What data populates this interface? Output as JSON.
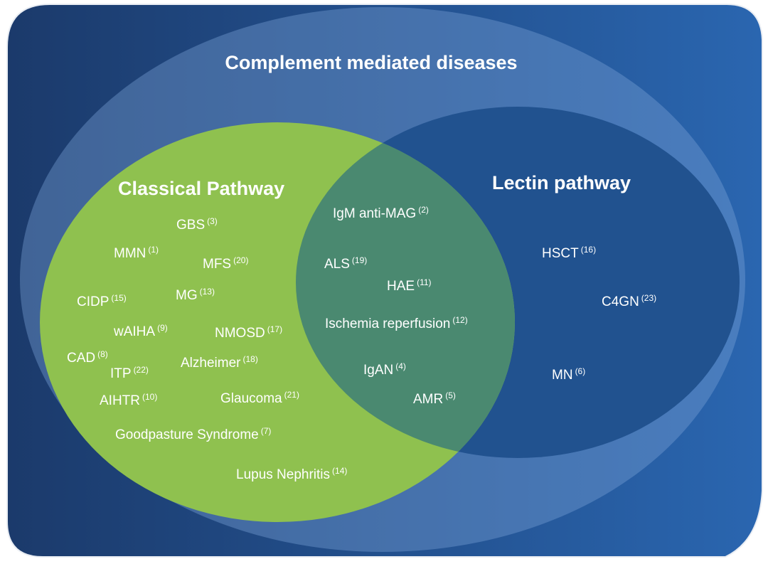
{
  "title": "Complement mediated diseases",
  "sets": {
    "classical": "Classical Pathway",
    "lectin": "Lectin pathway"
  },
  "classical_only": [
    {
      "name": "GBS",
      "ref": "(3)"
    },
    {
      "name": "MMN",
      "ref": "(1)"
    },
    {
      "name": "MFS",
      "ref": "(20)"
    },
    {
      "name": "CIDP",
      "ref": "(15)"
    },
    {
      "name": "MG",
      "ref": "(13)"
    },
    {
      "name": "wAIHA",
      "ref": "(9)"
    },
    {
      "name": "NMOSD",
      "ref": "(17)"
    },
    {
      "name": "CAD",
      "ref": "(8)"
    },
    {
      "name": "Alzheimer",
      "ref": "(18)"
    },
    {
      "name": "ITP",
      "ref": "(22)"
    },
    {
      "name": "AIHTR",
      "ref": "(10)"
    },
    {
      "name": "Glaucoma",
      "ref": "(21)"
    },
    {
      "name": "Goodpasture Syndrome",
      "ref": "(7)"
    },
    {
      "name": "Lupus Nephritis",
      "ref": "(14)"
    }
  ],
  "both": [
    {
      "name": "IgM anti-MAG",
      "ref": "(2)"
    },
    {
      "name": "ALS",
      "ref": "(19)"
    },
    {
      "name": "HAE",
      "ref": "(11)"
    },
    {
      "name": "Ischemia reperfusion",
      "ref": "(12)"
    },
    {
      "name": "IgAN",
      "ref": "(4)"
    },
    {
      "name": "AMR",
      "ref": "(5)"
    }
  ],
  "lectin_only": [
    {
      "name": "HSCT",
      "ref": "(16)"
    },
    {
      "name": "C4GN",
      "ref": "(23)"
    },
    {
      "name": "MN",
      "ref": "(6)"
    }
  ],
  "colors": {
    "frame_dark": "#1b3a6b",
    "frame_light": "#2a66b0",
    "outer_ellipse": "#5a87c2",
    "classical": "#8fc14f",
    "lectin": "#21528f",
    "overlap": "#4a8970",
    "text": "#ffffff"
  }
}
